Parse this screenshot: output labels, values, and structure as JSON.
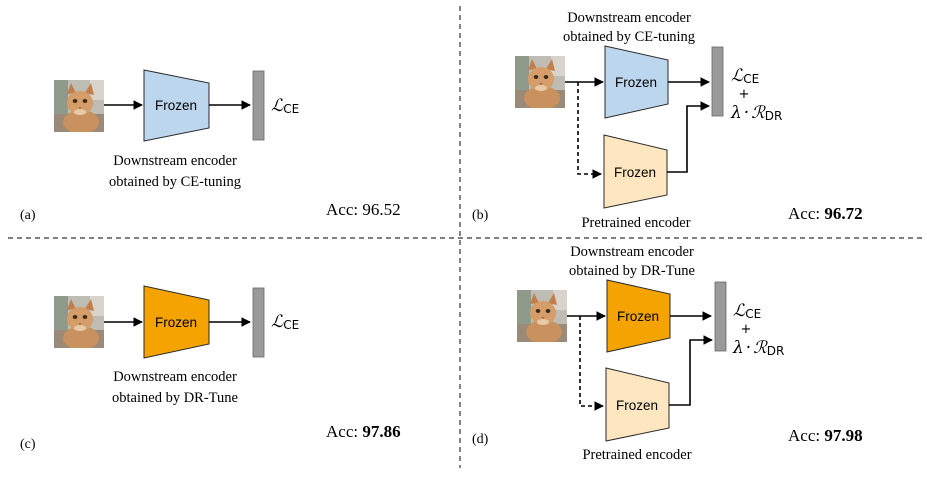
{
  "colors": {
    "frozen_ce_fill": "#bcd6ee",
    "frozen_dr_fill": "#f5a300",
    "pretrained_fill": "#fde6c0",
    "loss_bar": "#9a9a9a"
  },
  "panels": {
    "a": {
      "label": "(a)",
      "encoder_label": "Frozen",
      "caption_line1": "Downstream encoder",
      "caption_line2": "obtained by CE-tuning",
      "loss_symbol": "ℒ",
      "loss_sub": "CE",
      "acc_prefix": "Acc: ",
      "acc_value": "96.52"
    },
    "b": {
      "label": "(b)",
      "top_caption_line1": "Downstream encoder",
      "top_caption_line2": "obtained by CE-tuning",
      "encoder_label": "Frozen",
      "pretrained_label": "Frozen",
      "bottom_caption": "Pretrained encoder",
      "loss_symbol": "ℒ",
      "loss_sub": "CE",
      "plus": "+",
      "reg_lambda": "λ",
      "reg_dot": "·",
      "reg_symbol": "ℛ",
      "reg_sub": "DR",
      "acc_prefix": "Acc: ",
      "acc_value": "96.72"
    },
    "c": {
      "label": "(c)",
      "encoder_label": "Frozen",
      "caption_line1": "Downstream encoder",
      "caption_line2": "obtained by DR-Tune",
      "loss_symbol": "ℒ",
      "loss_sub": "CE",
      "acc_prefix": "Acc: ",
      "acc_value": "97.86"
    },
    "d": {
      "label": "(d)",
      "top_caption_line1": "Downstream encoder",
      "top_caption_line2": "obtained by DR-Tune",
      "encoder_label": "Frozen",
      "pretrained_label": "Frozen",
      "bottom_caption": "Pretrained encoder",
      "loss_symbol": "ℒ",
      "loss_sub": "CE",
      "plus": "+",
      "reg_lambda": "λ",
      "reg_dot": "·",
      "reg_symbol": "ℛ",
      "reg_sub": "DR",
      "acc_prefix": "Acc: ",
      "acc_value": "97.98"
    }
  }
}
